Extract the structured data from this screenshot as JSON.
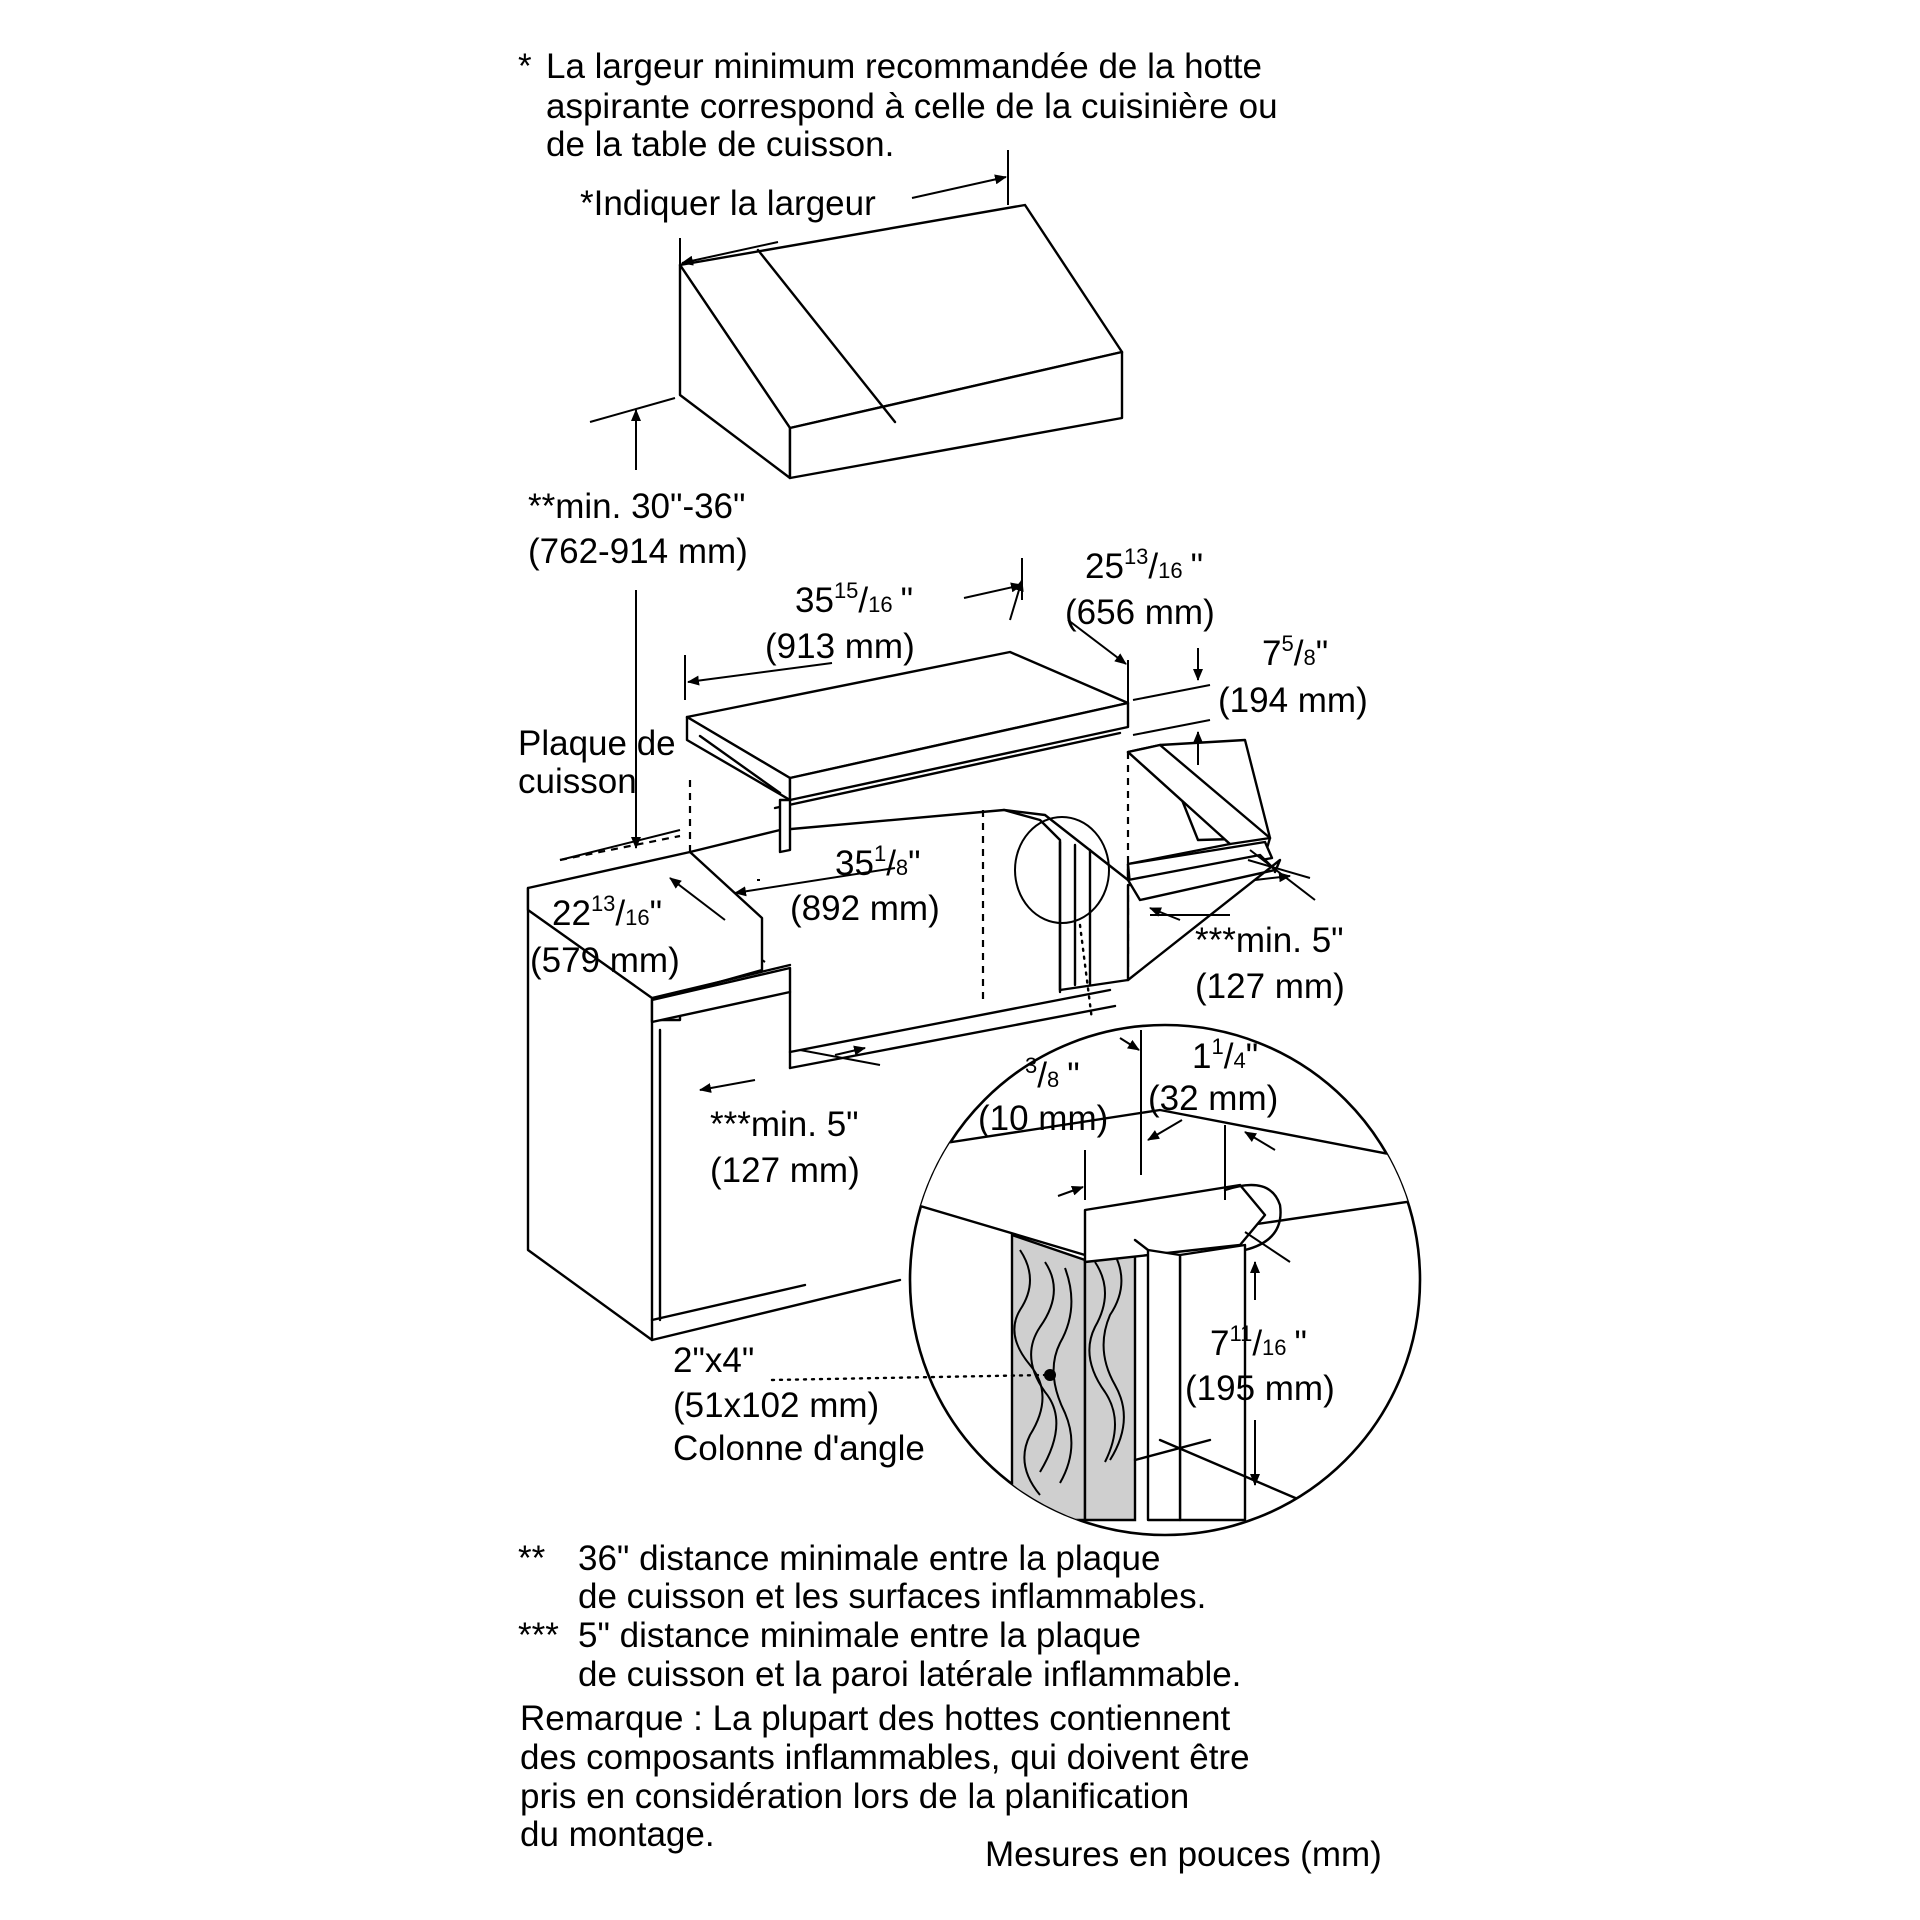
{
  "header_note": {
    "bullet": "*",
    "lines": [
      "La largeur minimum recommandée de la hotte",
      "aspirante correspond à celle de la cuisinière ou",
      "de la table de cuisson."
    ]
  },
  "hood": {
    "width_label": "*Indiquer la largeur"
  },
  "height_dim": {
    "line1": "**min. 30\"-36\"",
    "line2": "(762-914 mm)"
  },
  "cooktop_label": {
    "line1": "Plaque de",
    "line2": "cuisson"
  },
  "dimensions": {
    "width_top": {
      "whole": "35",
      "num": "15",
      "den": "16",
      "unit": "\"",
      "mm": "(913 mm)"
    },
    "depth_top": {
      "whole": "25",
      "num": "13",
      "den": "16",
      "unit": "\"",
      "mm": "(656 mm)"
    },
    "height_top": {
      "whole": "7",
      "num": "5",
      "den": "8",
      "unit": "\"",
      "mm": "(194 mm)"
    },
    "cutout_width": {
      "whole": "35",
      "num": "1",
      "den": "8",
      "unit": "\"",
      "mm": "(892 mm)"
    },
    "cutout_depth": {
      "whole": "22",
      "num": "13",
      "den": "16",
      "unit": "\"",
      "mm": "(579 mm)"
    },
    "side_right": {
      "line1": "***min. 5\"",
      "line2": "(127 mm)"
    },
    "side_left": {
      "line1": "***min. 5\"",
      "line2": "(127 mm)"
    },
    "detail_a": {
      "num": "3",
      "den": "8",
      "unit": "\"",
      "mm": "(10 mm)"
    },
    "detail_b": {
      "whole": "1",
      "num": "1",
      "den": "4",
      "unit": "\"",
      "mm": "(32 mm)"
    },
    "detail_c": {
      "whole": "7",
      "num": "11",
      "den": "16",
      "unit": "\"",
      "mm": "(195 mm)"
    }
  },
  "post_label": {
    "line1": "2\"x4\"",
    "line2": "(51x102 mm)",
    "line3": "Colonne d'angle"
  },
  "footnotes": [
    {
      "marker": "**",
      "line1": "36\" distance minimale entre la plaque",
      "line2": "de cuisson et les surfaces inflammables."
    },
    {
      "marker": "***",
      "line1": "5\" distance minimale entre la plaque",
      "line2": "de cuisson et la paroi latérale inflammable."
    }
  ],
  "remark": [
    "Remarque : La plupart des hottes contiennent",
    "des composants inflammables, qui doivent être",
    "pris en considération lors de la planification",
    "du montage."
  ],
  "units_note": "Mesures en pouces (mm)"
}
